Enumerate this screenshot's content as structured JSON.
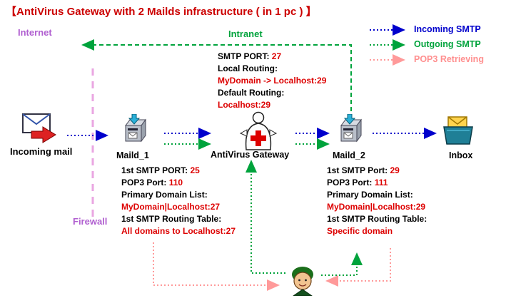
{
  "title": "【AntiVirus Gateway with 2 Mailds infrastructure ( in 1 pc ) 】",
  "zones": {
    "internet": "Internet",
    "intranet": "Intranet",
    "firewall": "Firewall"
  },
  "legend": {
    "incoming": {
      "label": "Incoming SMTP",
      "color": "#0000cc"
    },
    "outgoing": {
      "label": "Outgoing SMTP",
      "color": "#00a33c"
    },
    "pop3": {
      "label": "POP3 Retrieving",
      "color": "#ff8f8f"
    }
  },
  "nodes": {
    "incoming_mail": "Incoming mail",
    "maild1": "Maild_1",
    "gateway": "AntiVirus Gateway",
    "maild2": "Maild_2",
    "inbox": "Inbox"
  },
  "gateway_config": {
    "l1_label": "SMTP PORT: ",
    "l1_value": "27",
    "l2_label": "Local Routing:",
    "l3_value": "MyDomain  -> Localhost:29",
    "l4_label": "Default Routing:",
    "l5_value": "Localhost:29"
  },
  "maild1_config": {
    "l1_label": "1st SMTP PORT: ",
    "l1_value": "25",
    "l2_label": "POP3 Port: ",
    "l2_value": "110",
    "l3_label": "Primary Domain List:",
    "l4_value": "MyDomain|Localhost:27",
    "l5_label": "1st SMTP Routing Table:",
    "l6_value": "All domains to Localhost:27"
  },
  "maild2_config": {
    "l1_label": "1st SMTP Port: ",
    "l1_value": "29",
    "l2_label": "POP3 Port: ",
    "l2_value": "111",
    "l3_label": "Primary Domain List:",
    "l4_value": "MyDomain|Localhost:29",
    "l5_label": "1st SMTP Routing Table:",
    "l6_value": "Specific domain"
  },
  "colors": {
    "title_red": "#cc0000",
    "value_red": "#dd0000",
    "incoming_blue": "#0000cc",
    "outgoing_green": "#00a33c",
    "pop3_pink": "#ff9a9a",
    "firewall_pink": "#eaa6e2",
    "zone_purple": "#b05fd0"
  }
}
